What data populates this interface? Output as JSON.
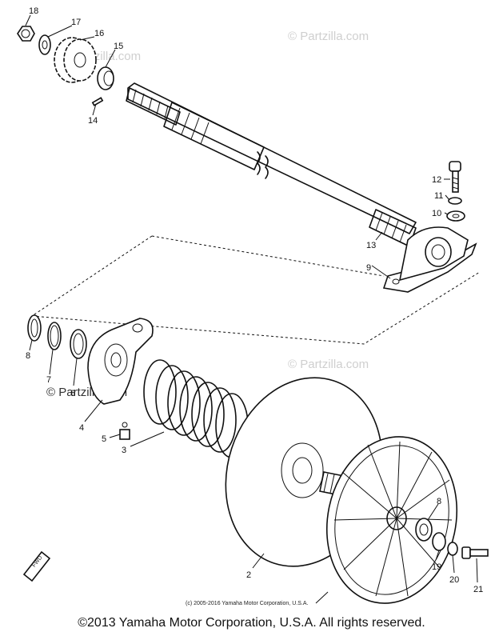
{
  "watermarks": {
    "top_right": "© Partzilla.com",
    "top_left": "© Partzilla.com",
    "middle_left": "© Partzilla.com",
    "middle_right": "© Partzilla.com"
  },
  "callouts": [
    "18",
    "17",
    "16",
    "15",
    "14",
    "12",
    "11",
    "10",
    "13",
    "9",
    "8",
    "7",
    "6",
    "4",
    "5",
    "3",
    "2",
    "8",
    "19",
    "20",
    "21"
  ],
  "fwd_label": "FWD",
  "diagram_credit": "(c) 2005-2016 Yamaha Motor Corporation, U.S.A.",
  "copyright": "©2013 Yamaha Motor Corporation, U.S.A. All rights reserved."
}
